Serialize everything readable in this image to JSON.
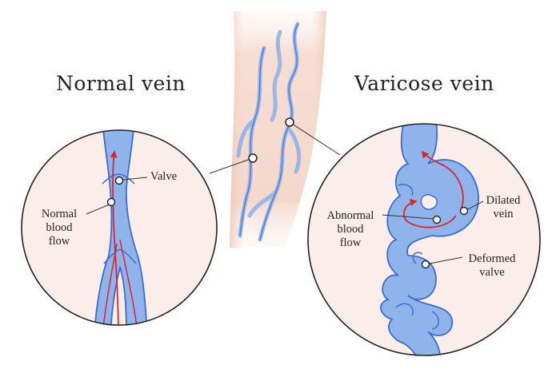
{
  "titles": {
    "normal": "Normal vein",
    "varicose": "Varicose vein"
  },
  "normal_labels": {
    "valve": "Valve",
    "blood_flow": [
      "Normal",
      "blood",
      "flow"
    ]
  },
  "varicose_labels": {
    "dilated": [
      "Dilated",
      "vein"
    ],
    "abnormal_flow": [
      "Abnormal",
      "blood",
      "flow"
    ],
    "deformed": [
      "Deformed",
      "valve"
    ]
  },
  "colors": {
    "vein_fill": "#8fb4ec",
    "vein_stroke": "#3d6cc9",
    "blood_arrow": "#e0232b",
    "circle_bg": "#fbeeea",
    "leg_skin": "#f6ddd2"
  }
}
